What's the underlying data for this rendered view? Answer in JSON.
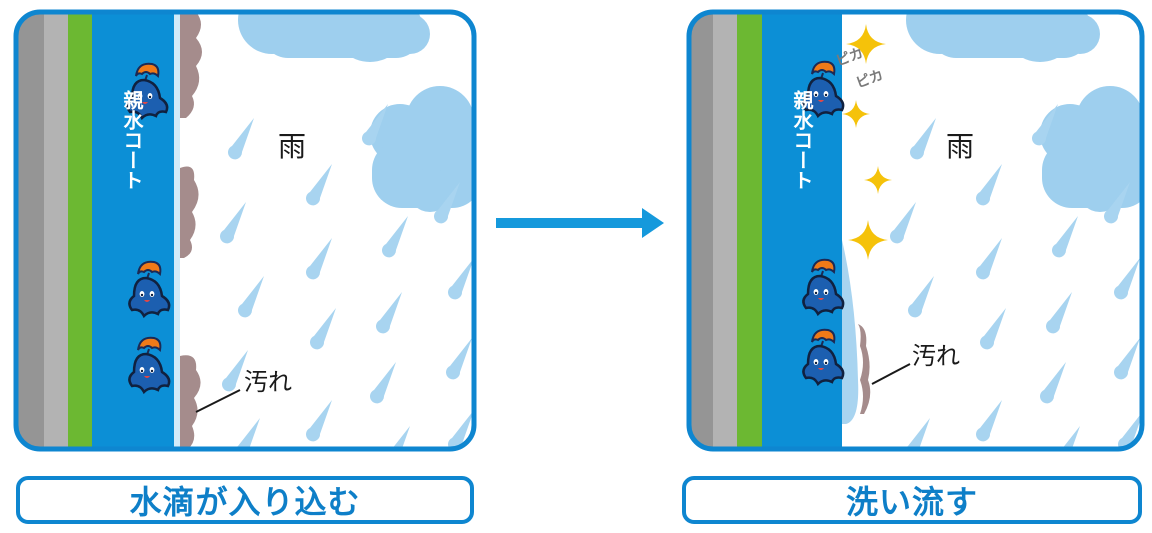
{
  "before": {
    "coat_label": "親水コート",
    "rain_label": "雨",
    "dirt_label": "汚れ",
    "caption": "水滴が入り込む"
  },
  "after": {
    "coat_label": "親水コート",
    "rain_label": "雨",
    "dirt_label": "汚れ",
    "sparkle_text_1": "ピカ",
    "sparkle_text_2": "ピカ",
    "caption": "洗い流す"
  },
  "colors": {
    "frame_blue": "#0e86d0",
    "coat_blue": "#0c8fd6",
    "rain_blue": "#a8d4f0",
    "cloud_blue": "#9ecfee",
    "dirt_brown": "#a58c8c",
    "green_layer": "#6cb832",
    "sparkle_yellow": "#f5c20a",
    "mascot_dark": "#1a4f9a",
    "umbrella_orange": "#f07a18"
  }
}
